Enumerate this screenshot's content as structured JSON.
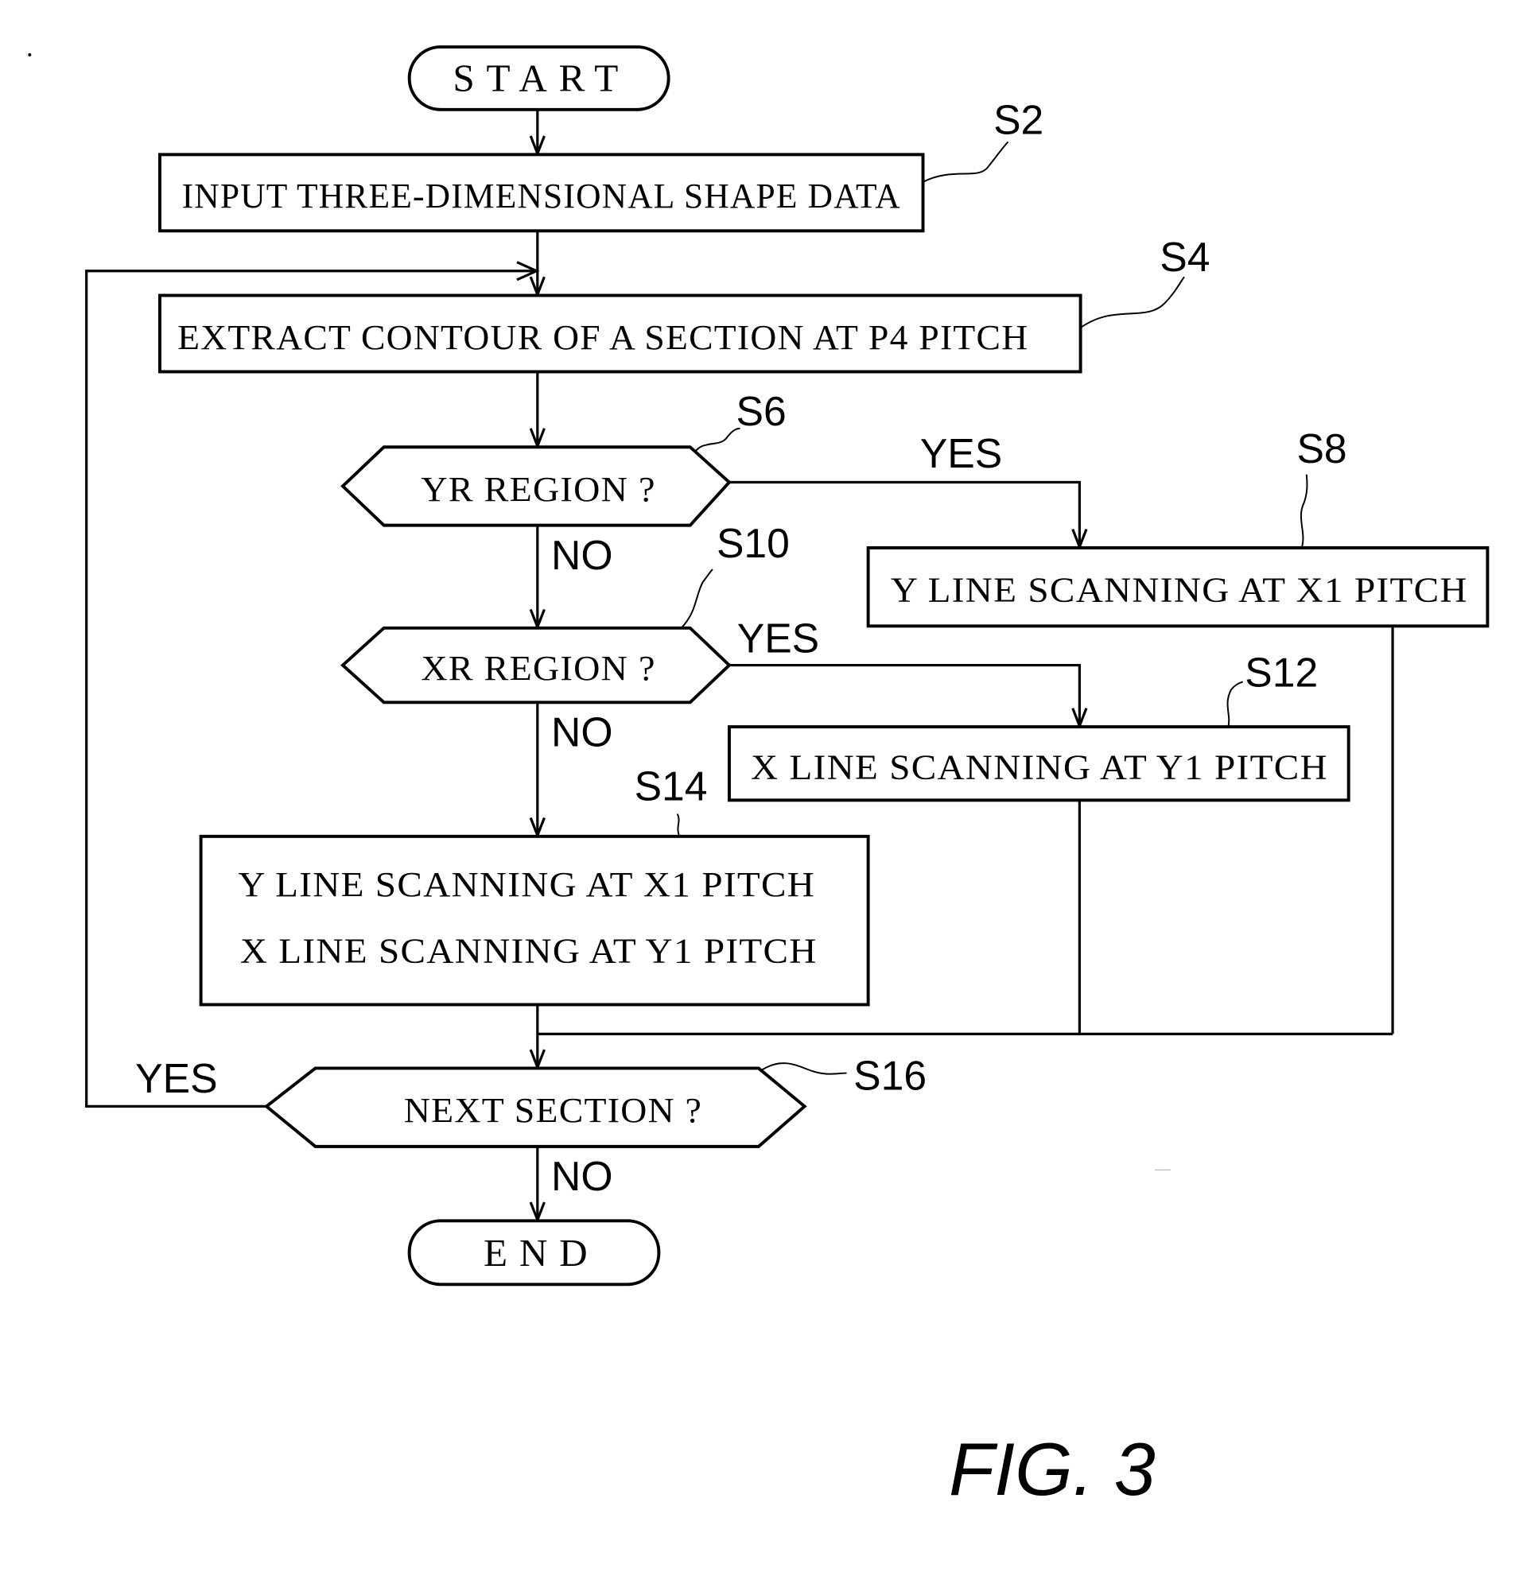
{
  "figure": {
    "caption": "FIG. 3"
  },
  "nodes": {
    "start": {
      "text": "START"
    },
    "s2": {
      "ref": "S2",
      "text": "INPUT THREE-DIMENSIONAL SHAPE DATA"
    },
    "s4": {
      "ref": "S4",
      "text": "EXTRACT CONTOUR OF A SECTION AT P4 PITCH"
    },
    "s6": {
      "ref": "S6",
      "text": "YR REGION ?"
    },
    "s8": {
      "ref": "S8",
      "text": "Y LINE SCANNING AT X1 PITCH"
    },
    "s10": {
      "ref": "S10",
      "text": "XR REGION ?"
    },
    "s12": {
      "ref": "S12",
      "text": "X LINE SCANNING AT Y1 PITCH"
    },
    "s14": {
      "ref": "S14",
      "line1": "Y LINE SCANNING AT X1 PITCH",
      "line2": "X LINE SCANNING AT Y1 PITCH"
    },
    "s16": {
      "ref": "S16",
      "text": "NEXT SECTION ?"
    },
    "end": {
      "text": "END"
    }
  },
  "edges": {
    "s6_yes": "YES",
    "s6_no": "NO",
    "s10_yes": "YES",
    "s10_no": "NO",
    "s16_yes": "YES",
    "s16_no": "NO"
  }
}
